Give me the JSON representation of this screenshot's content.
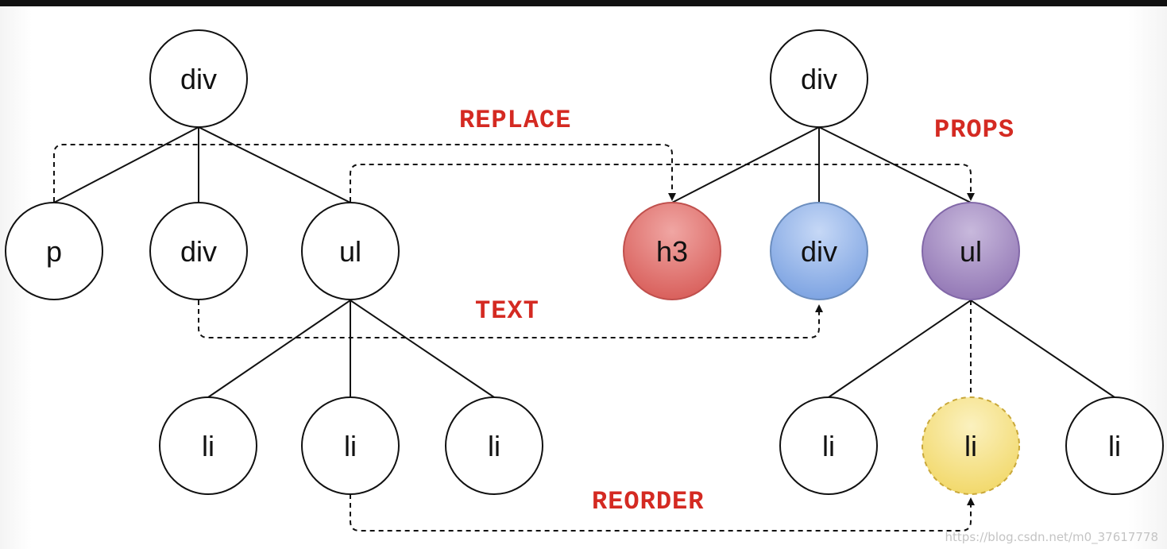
{
  "old_tree": {
    "root": "div",
    "children": [
      "p",
      "div",
      "ul"
    ],
    "ul_children": [
      "li",
      "li",
      "li"
    ]
  },
  "new_tree": {
    "root": "div",
    "children": [
      "h3",
      "div",
      "ul"
    ],
    "ul_children": [
      "li",
      "li",
      "li"
    ]
  },
  "operations": {
    "replace": "REPLACE",
    "props": "PROPS",
    "text": "TEXT",
    "reorder": "REORDER"
  },
  "colors": {
    "replace_node": "#e07572",
    "text_node": "#8fb1e8",
    "props_node": "#a58fc1",
    "reorder_node": "#f6e38a",
    "operation_label": "#d42a22"
  },
  "watermark": "https://blog.csdn.net/m0_37617778"
}
